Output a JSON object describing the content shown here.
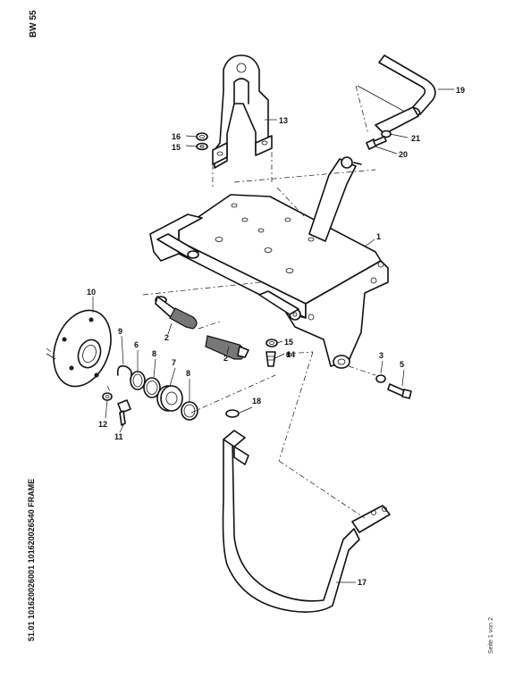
{
  "sheet": {
    "model": "BW 55",
    "section_code": "51.01 101620026001 101620026540 FRAME",
    "page_note": "Seite 1 von 2"
  },
  "callouts": [
    {
      "id": "1",
      "label": "1"
    },
    {
      "id": "2a",
      "label": "2"
    },
    {
      "id": "2b",
      "label": "2"
    },
    {
      "id": "3",
      "label": "3"
    },
    {
      "id": "4",
      "label": "4"
    },
    {
      "id": "5",
      "label": "5"
    },
    {
      "id": "6",
      "label": "6"
    },
    {
      "id": "7",
      "label": "7"
    },
    {
      "id": "8a",
      "label": "8"
    },
    {
      "id": "8b",
      "label": "8"
    },
    {
      "id": "9",
      "label": "9"
    },
    {
      "id": "10",
      "label": "10"
    },
    {
      "id": "11",
      "label": "11"
    },
    {
      "id": "12",
      "label": "12"
    },
    {
      "id": "13",
      "label": "13"
    },
    {
      "id": "14",
      "label": "14"
    },
    {
      "id": "15a",
      "label": "15"
    },
    {
      "id": "15b",
      "label": "15"
    },
    {
      "id": "16",
      "label": "16"
    },
    {
      "id": "17",
      "label": "17"
    },
    {
      "id": "18",
      "label": "18"
    },
    {
      "id": "19",
      "label": "19"
    },
    {
      "id": "20",
      "label": "20"
    },
    {
      "id": "21",
      "label": "21"
    }
  ]
}
